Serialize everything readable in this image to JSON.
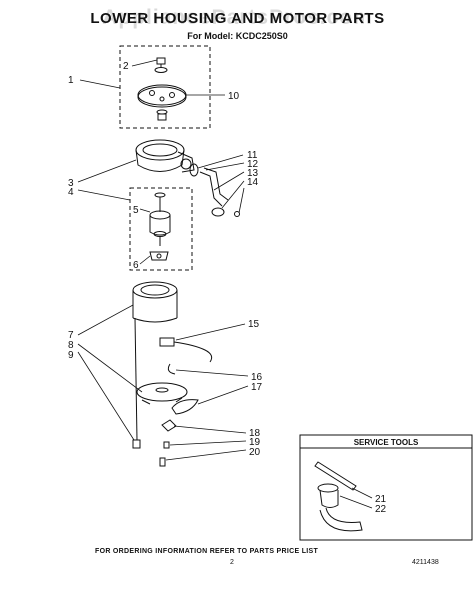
{
  "header": {
    "title": "LOWER HOUSING AND MOTOR PARTS",
    "subtitle": "For Model: KCDC250S0",
    "watermark": "AppliancePartsPros.com"
  },
  "callouts": [
    {
      "id": "c1",
      "text": "1"
    },
    {
      "id": "c2",
      "text": "2"
    },
    {
      "id": "c3",
      "text": "3"
    },
    {
      "id": "c4",
      "text": "4"
    },
    {
      "id": "c5",
      "text": "5"
    },
    {
      "id": "c6",
      "text": "6"
    },
    {
      "id": "c7",
      "text": "7"
    },
    {
      "id": "c8",
      "text": "8"
    },
    {
      "id": "c9",
      "text": "9"
    },
    {
      "id": "c10",
      "text": "10"
    },
    {
      "id": "c11",
      "text": "11"
    },
    {
      "id": "c12",
      "text": "12"
    },
    {
      "id": "c13",
      "text": "13"
    },
    {
      "id": "c14",
      "text": "14"
    },
    {
      "id": "c15",
      "text": "15"
    },
    {
      "id": "c16",
      "text": "16"
    },
    {
      "id": "c17",
      "text": "17"
    },
    {
      "id": "c18",
      "text": "18"
    },
    {
      "id": "c19",
      "text": "19"
    },
    {
      "id": "c20",
      "text": "20"
    },
    {
      "id": "c21",
      "text": "21"
    },
    {
      "id": "c22",
      "text": "22"
    }
  ],
  "service_tools": {
    "title": "SERVICE TOOLS"
  },
  "footer": {
    "note": "FOR ORDERING INFORMATION REFER TO PARTS PRICE LIST",
    "page_number": "2",
    "part_number": "4211438"
  }
}
